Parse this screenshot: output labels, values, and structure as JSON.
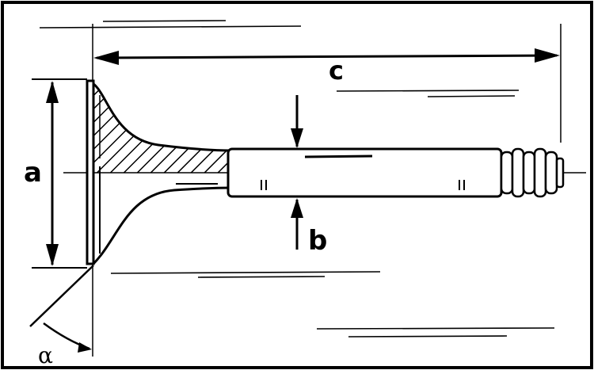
{
  "diagram": {
    "labels": {
      "a": "a",
      "b": "b",
      "c": "c",
      "angle": "α"
    },
    "colors": {
      "ink": "#000000",
      "paper": "#ffffff"
    }
  }
}
